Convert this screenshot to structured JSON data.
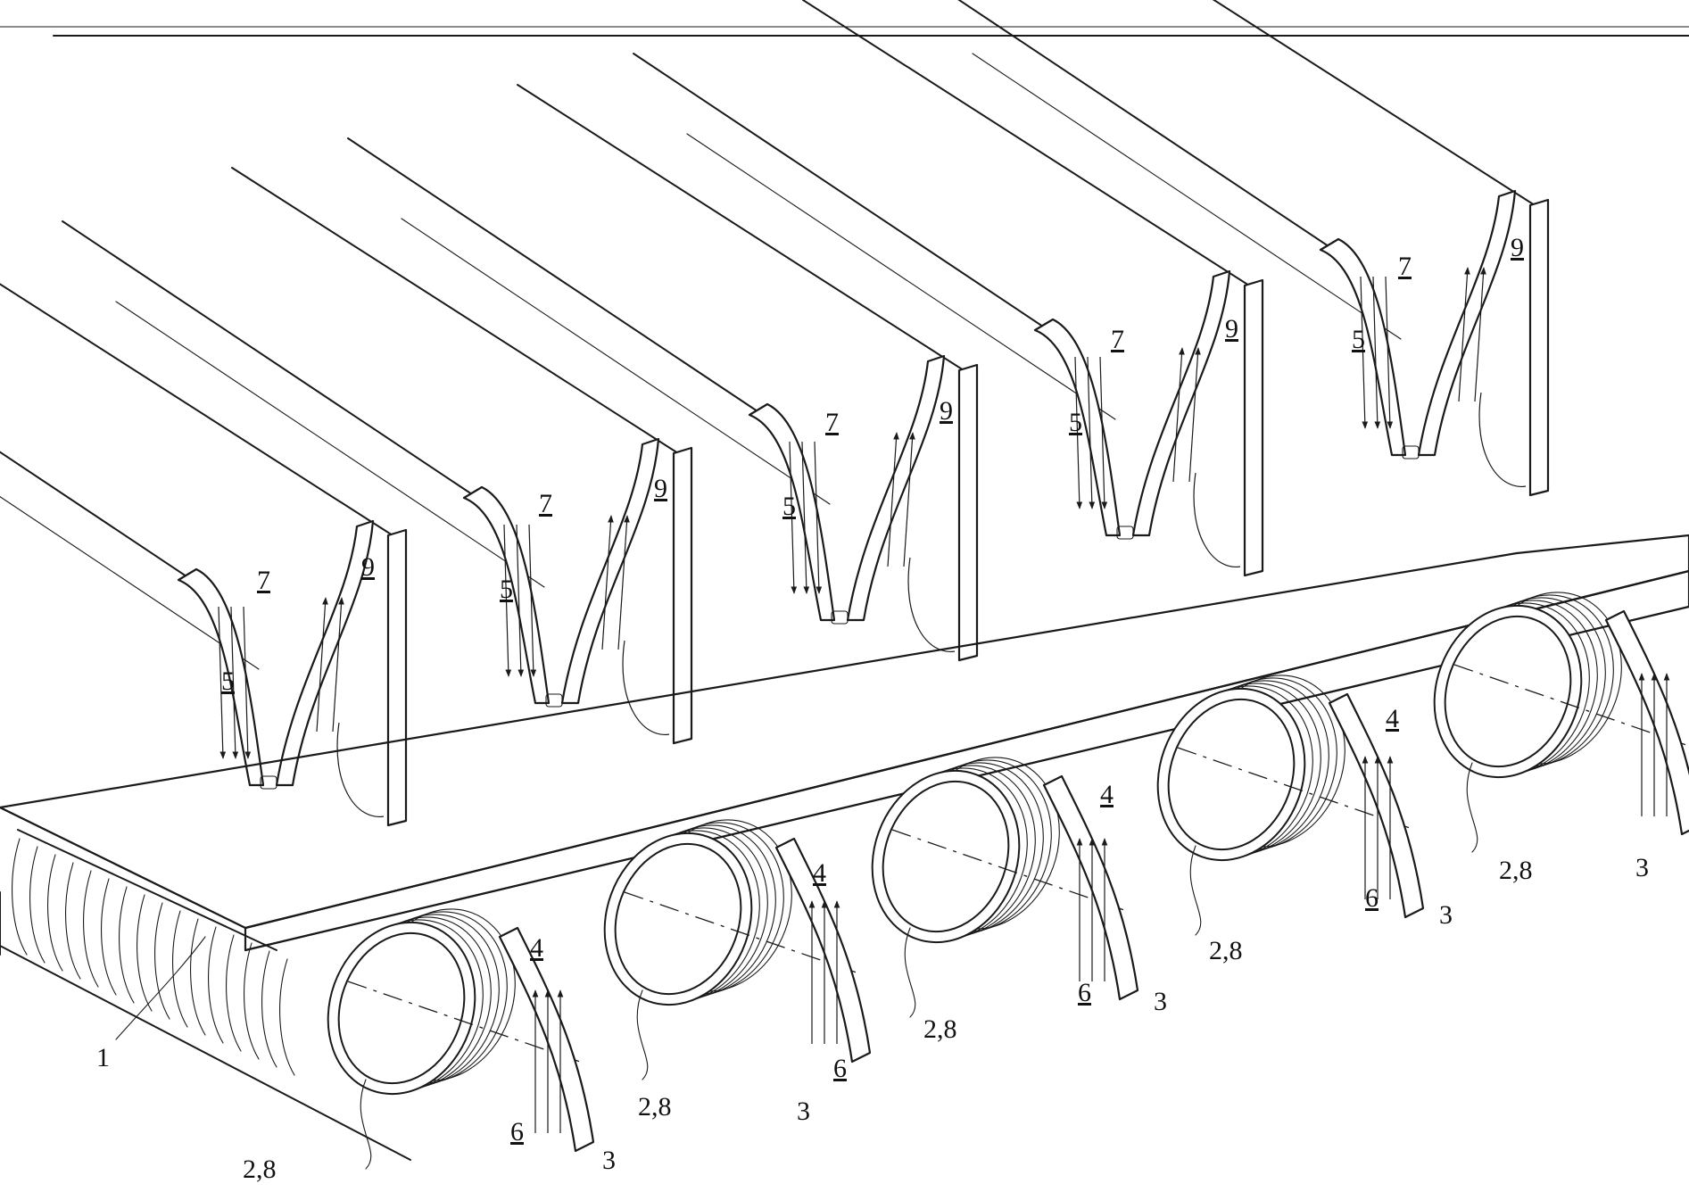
{
  "colors": {
    "ink": "#1a1a1a",
    "paper": "#ffffff"
  },
  "labels": {
    "base_tube": "1",
    "tube_coil_a": "2,8",
    "tube_coil_b": "2,8",
    "tube_coil_c": "2,8",
    "tube_coil_d": "2,8",
    "tube_coil_e": "2,8",
    "fin_lower_a": "3",
    "fin_lower_b": "3",
    "fin_lower_c": "3",
    "fin_lower_d": "3",
    "fin_lower_e": "3",
    "channel_lower_a": "4",
    "channel_lower_b": "4",
    "channel_lower_c": "4",
    "channel_lower_d": "4",
    "fin_upper_a": "5",
    "fin_upper_b": "5",
    "fin_upper_c": "5",
    "fin_upper_d": "5",
    "fin_upper_e": "5",
    "channel_a": "6",
    "channel_b": "6",
    "channel_c": "6",
    "channel_d": "6",
    "inflow_a": "7",
    "inflow_b": "7",
    "inflow_c": "7",
    "inflow_d": "7",
    "inflow_e": "7",
    "outflow_a": "9",
    "outflow_b": "9",
    "outflow_c": "9",
    "outflow_d": "9",
    "outflow_e": "9"
  }
}
